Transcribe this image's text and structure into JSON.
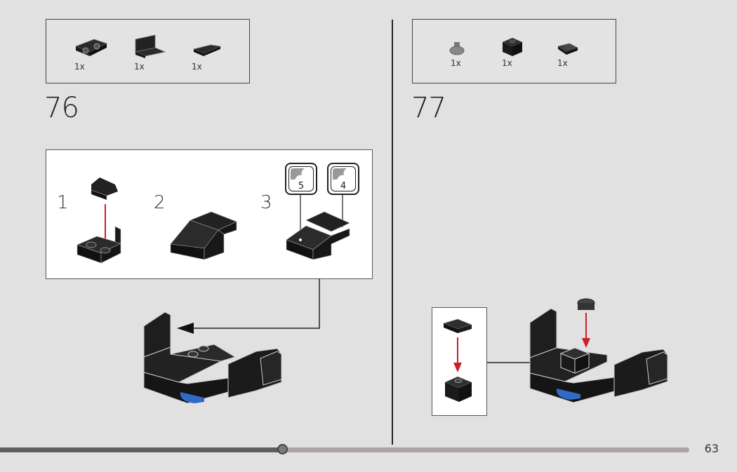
{
  "steps": [
    {
      "number": "76",
      "parts": [
        {
          "name": "bracket-1x2-with-studs",
          "qty": "1x"
        },
        {
          "name": "panel-1x2",
          "qty": "1x"
        },
        {
          "name": "wedge-tile",
          "qty": "1x"
        }
      ],
      "substeps": [
        {
          "number": "1"
        },
        {
          "number": "2"
        },
        {
          "number": "3",
          "stickers": [
            "5",
            "4"
          ]
        }
      ]
    },
    {
      "number": "77",
      "parts": [
        {
          "name": "round-cone-piece",
          "qty": "1x"
        },
        {
          "name": "brick-1x1",
          "qty": "1x"
        },
        {
          "name": "grille-tile",
          "qty": "1x"
        }
      ]
    }
  ],
  "colors": {
    "background": "#e1e1e1",
    "brick": "#1f1f1f",
    "accent_arrow": "#c8202a",
    "blue_piece": "#2f6bc4",
    "progress_fill": "#5f5f5c",
    "progress_track": "#aaa3a1"
  },
  "progress": {
    "fraction": 0.41
  },
  "page_number": "63"
}
